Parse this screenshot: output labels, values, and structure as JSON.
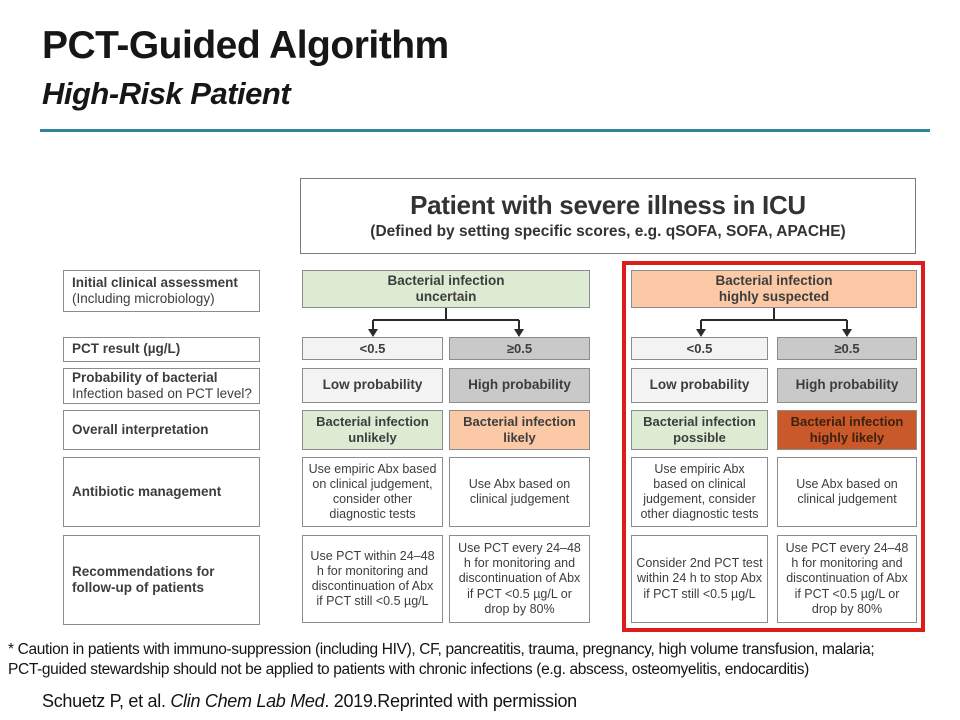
{
  "slide": {
    "title": "PCT-Guided Algorithm",
    "subtitle": "High-Risk Patient"
  },
  "colors": {
    "accent_teal": "#31859b",
    "green": "#dcebd2",
    "peach": "#fbc9a6",
    "dark_orange": "#c9582a",
    "dark_orange_text": "#3f200f",
    "light_gray": "#f3f3f3",
    "mid_gray": "#c9c9c9",
    "highlight_red": "#dd1c1c"
  },
  "top_box": {
    "title": "Patient with severe illness in ICU",
    "subtitle": "(Defined by setting specific scores, e.g. qSOFA, SOFA, APACHE)"
  },
  "row_labels": [
    {
      "title": "Initial clinical assessment",
      "sub": "(Including microbiology)"
    },
    {
      "title": "PCT result (µg/L)"
    },
    {
      "title": "Probability of bacterial",
      "sub": "Infection based on PCT level?"
    },
    {
      "title": "Overall interpretation"
    },
    {
      "title": "Antibiotic management"
    },
    {
      "title": "Recommendations for\nfollow-up of patients"
    }
  ],
  "branches": [
    {
      "header": "Bacterial infection\nuncertain",
      "header_bg": "#dcebd2",
      "highlighted": false,
      "columns": [
        {
          "pct": "<0.5",
          "probability": "Low probability",
          "shade_bg": "#f3f3f3",
          "interpretation": "Bacterial infection\nunlikely",
          "interpretation_bg": "#dcebd2",
          "management": "Use empiric Abx based on clinical judgement, consider other diagnostic tests",
          "followup": "Use PCT within 24–48 h for monitoring and discontinuation of Abx if PCT still <0.5 µg/L"
        },
        {
          "pct": "≥0.5",
          "probability": "High probability",
          "shade_bg": "#c9c9c9",
          "interpretation": "Bacterial infection\nlikely",
          "interpretation_bg": "#fbc9a6",
          "management": "Use Abx based on clinical judgement",
          "followup": "Use PCT every 24–48 h for monitoring and discontinuation of Abx if PCT <0.5 µg/L or drop by 80%"
        }
      ]
    },
    {
      "header": "Bacterial infection\nhighly suspected",
      "header_bg": "#fbc9a6",
      "highlighted": true,
      "columns": [
        {
          "pct": "<0.5",
          "probability": "Low probability",
          "shade_bg": "#f3f3f3",
          "interpretation": "Bacterial infection\npossible",
          "interpretation_bg": "#dcebd2",
          "management": "Use empiric Abx based on clinical judgement, consider other diagnostic tests",
          "followup": "Consider 2nd PCT test within 24 h to stop Abx if PCT still <0.5 µg/L"
        },
        {
          "pct": "≥0.5",
          "probability": "High probability",
          "shade_bg": "#c9c9c9",
          "interpretation": "Bacterial infection\nhighly likely",
          "interpretation_bg": "#c9582a",
          "interpretation_fg": "#3f200f",
          "management": "Use Abx based on clinical judgement",
          "followup": "Use PCT every 24–48 h for monitoring and discontinuation of Abx if PCT <0.5 µg/L or drop by 80%"
        }
      ]
    }
  ],
  "footnote": "* Caution in patients with immuno-suppression (including HIV), CF, pancreatitis, trauma, pregnancy, high volume transfusion, malaria;\nPCT-guided stewardship should not be applied to patients with chronic infections (e.g. abscess, osteomyelitis, endocarditis)",
  "citation": {
    "prefix": "Schuetz P, et al. ",
    "journal": "Clin Chem Lab Med",
    "suffix": ". 2019.Reprinted with permission"
  }
}
